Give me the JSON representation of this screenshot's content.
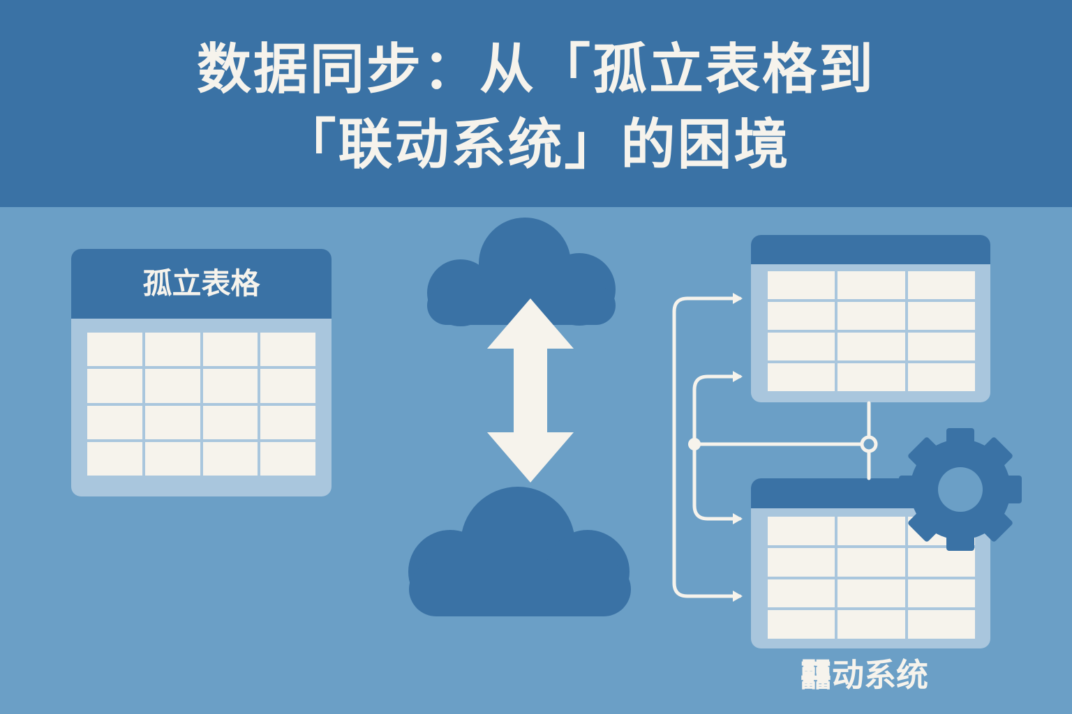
{
  "title": {
    "line1": "数据同步：从「孤立表格到",
    "line2": "「联动系统」的困境"
  },
  "isolated_table": {
    "label": "孤立表格"
  },
  "linked_system": {
    "label": "䨻动系统"
  },
  "icons": [
    "cloud-icon",
    "double-arrow-icon",
    "gear-icon",
    "connector-icon"
  ],
  "colors": {
    "background": "#6b9fc6",
    "banner": "#3a72a5",
    "accent": "#3a72a5",
    "panel": "#a9c6dd",
    "cell": "#f6f3ec"
  }
}
